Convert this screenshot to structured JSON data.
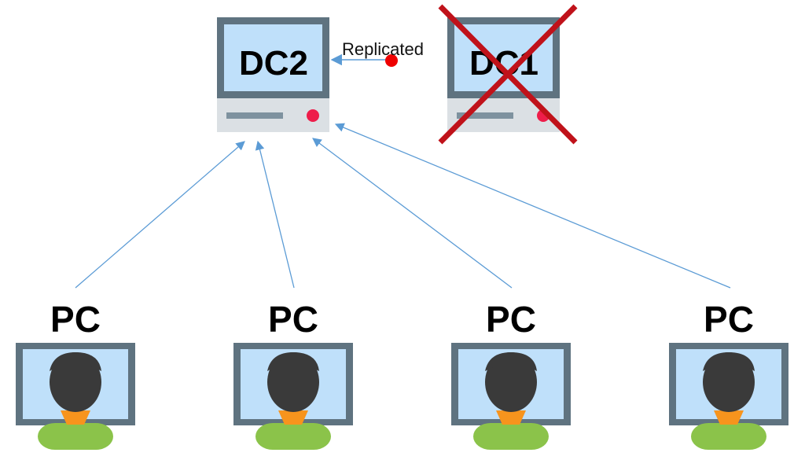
{
  "servers": [
    {
      "label": "DC2",
      "status": "active"
    },
    {
      "label": "DC1",
      "status": "failed"
    }
  ],
  "replication": {
    "label": "Replicated",
    "from": "DC1",
    "to": "DC2"
  },
  "clients": [
    {
      "label": "PC"
    },
    {
      "label": "PC"
    },
    {
      "label": "PC"
    },
    {
      "label": "PC"
    }
  ],
  "colors": {
    "monitor_frame": "#5f7380",
    "screen": "#bfe0fa",
    "case": "#dbe0e4",
    "slot": "#7e929f",
    "led": "#ee1d4a",
    "arrow": "#5b9bd5",
    "cross": "#c0121a",
    "hair": "#3a3a3a",
    "skin": "#f7941d",
    "shirt": "#8bc34a",
    "replication_dot": "#ee0000"
  }
}
